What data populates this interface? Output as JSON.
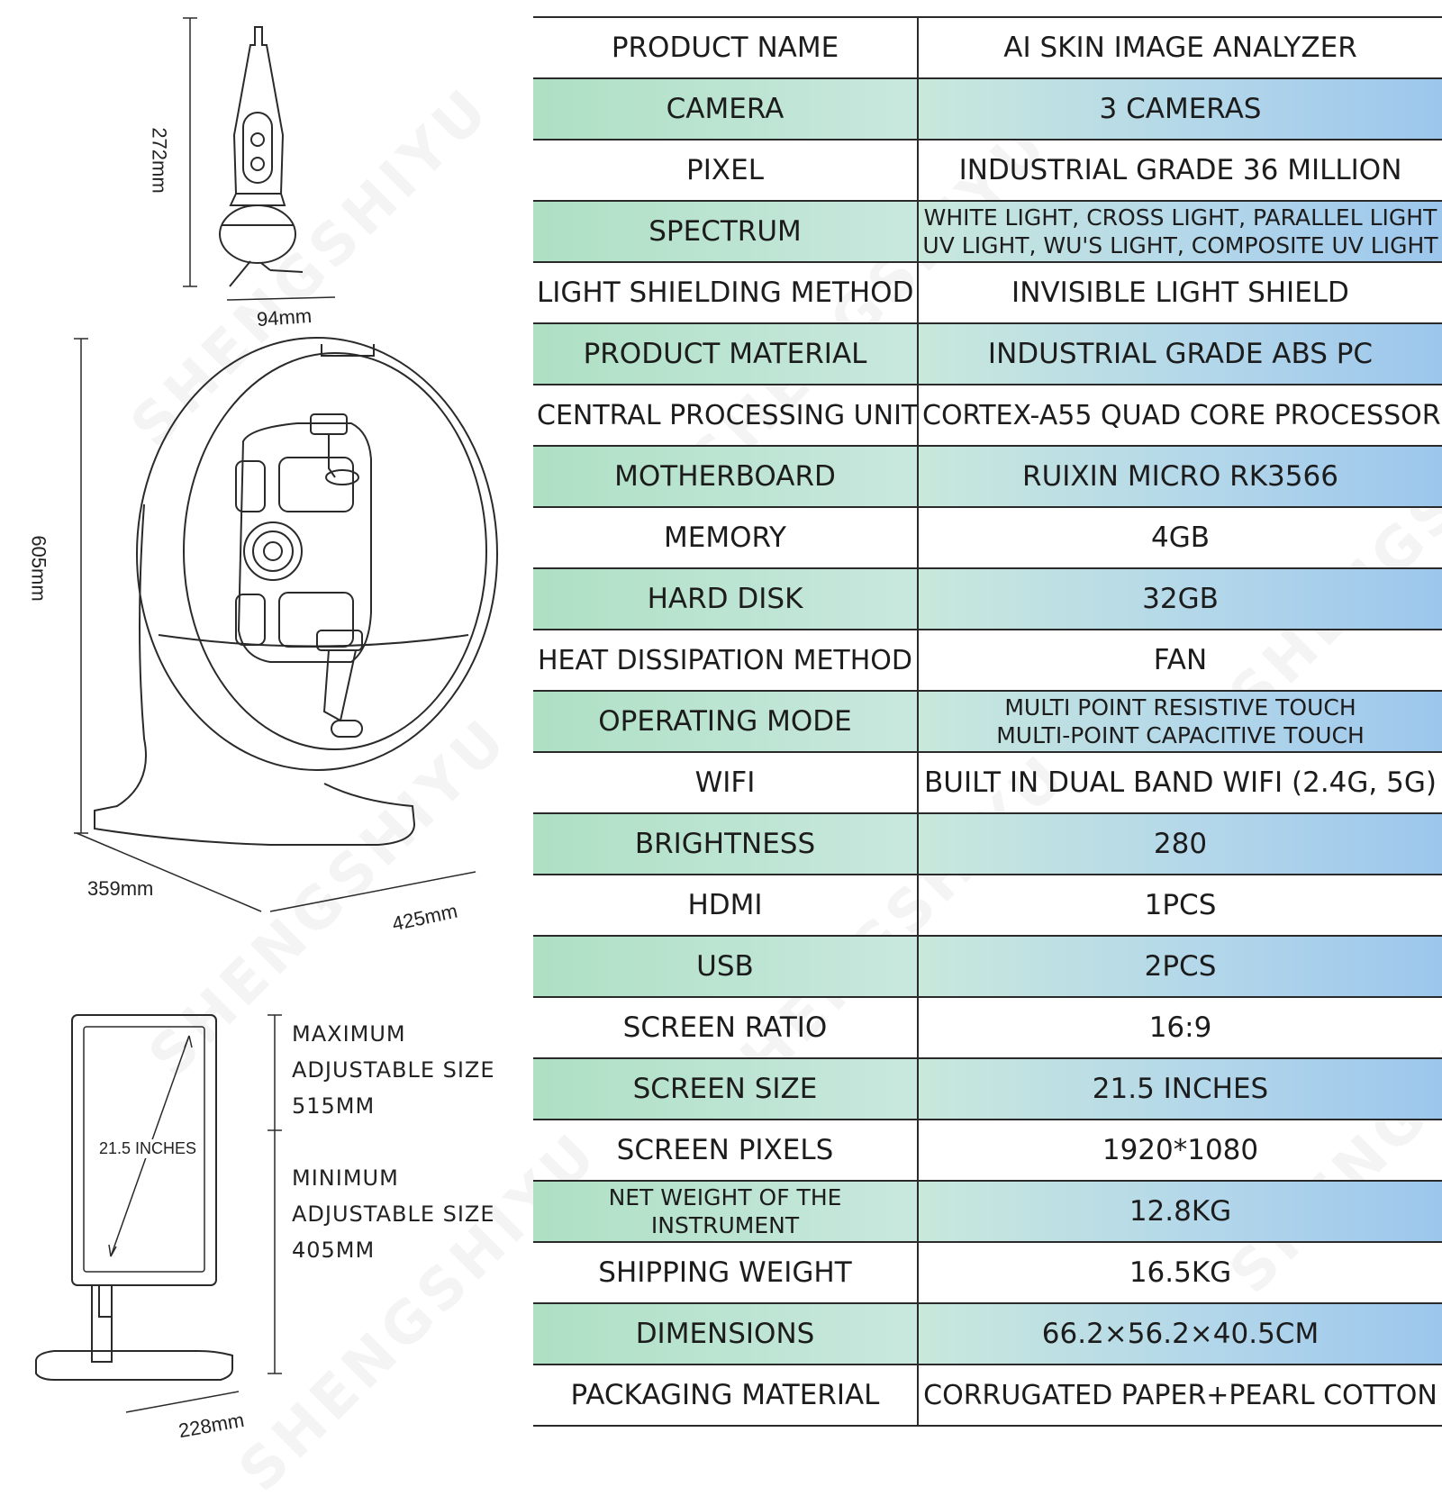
{
  "watermark_text": "SHENGSHIYU",
  "dimensions": {
    "handpiece_height": "272mm",
    "handpiece_width": "94mm",
    "device_height": "605mm",
    "device_depth": "359mm",
    "device_width": "425mm",
    "screen_diagonal": "21.5 INCHES",
    "stand_base_width": "228mm"
  },
  "adjustable": {
    "max_line1": "MAXIMUM",
    "max_line2": "ADJUSTABLE SIZE",
    "max_value": "515MM",
    "min_line1": "MINIMUM",
    "min_line2": "ADJUSTABLE SIZE",
    "min_value": "405MM"
  },
  "specs": [
    {
      "label": "PRODUCT NAME",
      "value": "AI SKIN IMAGE ANALYZER"
    },
    {
      "label": "CAMERA",
      "value": "3 CAMERAS"
    },
    {
      "label": "PIXEL",
      "value": "INDUSTRIAL GRADE 36 MILLION"
    },
    {
      "label": "SPECTRUM",
      "value": "WHITE LIGHT, CROSS LIGHT, PARALLEL LIGHT",
      "value2": "UV LIGHT, WU'S LIGHT, COMPOSITE UV LIGHT"
    },
    {
      "label": "LIGHT SHIELDING METHOD",
      "value": "INVISIBLE LIGHT SHIELD"
    },
    {
      "label": "PRODUCT MATERIAL",
      "value": "INDUSTRIAL GRADE ABS PC"
    },
    {
      "label": "CENTRAL PROCESSING UNIT",
      "value": "CORTEX-A55 QUAD CORE PROCESSOR"
    },
    {
      "label": "MOTHERBOARD",
      "value": "RUIXIN MICRO RK3566"
    },
    {
      "label": "MEMORY",
      "value": "4GB"
    },
    {
      "label": "HARD DISK",
      "value": "32GB"
    },
    {
      "label": "HEAT DISSIPATION METHOD",
      "value": "FAN"
    },
    {
      "label": "OPERATING MODE",
      "value": "MULTI POINT RESISTIVE TOUCH",
      "value2": "MULTI-POINT CAPACITIVE TOUCH"
    },
    {
      "label": "WIFI",
      "value": "BUILT IN DUAL BAND WIFI (2.4G, 5G)"
    },
    {
      "label": "BRIGHTNESS",
      "value": "280"
    },
    {
      "label": "HDMI",
      "value": "1PCS"
    },
    {
      "label": "USB",
      "value": "2PCS"
    },
    {
      "label": "SCREEN RATIO",
      "value": "16:9"
    },
    {
      "label": "SCREEN SIZE",
      "value": "21.5 INCHES"
    },
    {
      "label": "SCREEN PIXELS",
      "value": "1920*1080"
    },
    {
      "label": "NET WEIGHT OF THE",
      "label2": "INSTRUMENT",
      "value": "12.8KG"
    },
    {
      "label": "SHIPPING WEIGHT",
      "value": "16.5KG"
    },
    {
      "label": "DIMENSIONS",
      "value": "66.2×56.2×40.5CM"
    },
    {
      "label": "PACKAGING MATERIAL",
      "value": "CORRUGATED PAPER+PEARL COTTON"
    }
  ]
}
